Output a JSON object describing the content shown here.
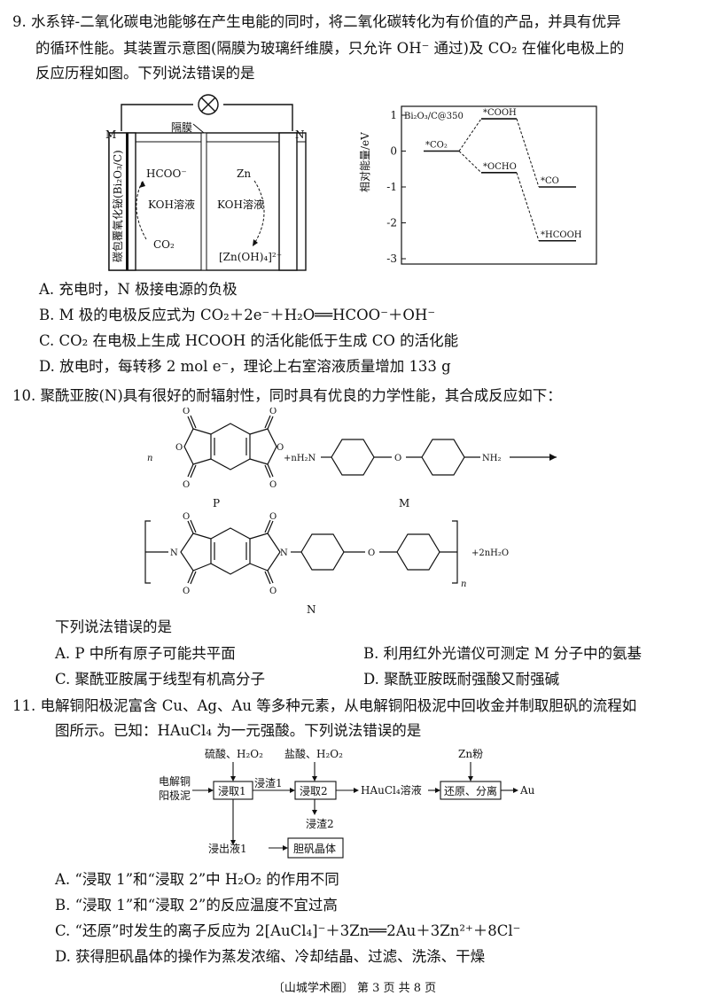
{
  "q9": {
    "line1": "9. 水系锌-二氧化碳电池能够在产生电能的同时，将二氧化碳转化为有价值的产品，并具有优异",
    "line2": "的循环性能。其装置示意图(隔膜为玻璃纤维膜，只允许 OH⁻ 通过)及 CO₂ 在催化电极上的",
    "line3": "反应历程如图。下列说法错误的是",
    "cell": {
      "m": "M",
      "n": "N",
      "membrane": "隔膜",
      "electrode": "碳包覆氧化铋(Bi₂O₃/C)",
      "left_top": "HCOO⁻",
      "left_mid": "KOH溶液",
      "left_bot": "CO₂",
      "right_top": "Zn",
      "right_mid": "KOH溶液",
      "right_bot": "[Zn(OH)₄]²⁻"
    },
    "energy": {
      "title": "Bi₂O₃/C@350",
      "ylabel": "相对能量/eV",
      "ticks": [
        "1",
        "0",
        "-1",
        "-2",
        "-3"
      ],
      "labels": [
        "*CO₂",
        "*COOH",
        "*OCHO",
        "*CO",
        "*HCOOH"
      ]
    },
    "options": {
      "a": "A. 充电时，N 极接电源的负极",
      "b": "B. M 极的电极反应式为 CO₂＋2e⁻＋H₂O══HCOO⁻＋OH⁻",
      "c": "C. CO₂ 在电极上生成 HCOOH 的活化能低于生成 CO 的活化能",
      "d": "D. 放电时，每转移 2 mol e⁻，理论上右室溶液质量增加 133 g"
    }
  },
  "chart_data": {
    "type": "line",
    "title": "Bi₂O₃/C@350",
    "ylabel": "相对能量/eV",
    "ylim": [
      -3,
      1
    ],
    "yticks": [
      1,
      0,
      -1,
      -2,
      -3
    ],
    "series": [
      {
        "points": [
          {
            "label": "*CO₂",
            "y": 0.0
          },
          {
            "label": "*COOH",
            "y": 0.9
          },
          {
            "label": "*CO",
            "y": -1.0
          }
        ]
      },
      {
        "points": [
          {
            "label": "*CO₂",
            "y": 0.0
          },
          {
            "label": "*OCHO",
            "y": -0.6
          },
          {
            "label": "*HCOOH",
            "y": -2.5
          }
        ]
      }
    ]
  },
  "q10": {
    "line1": "10. 聚酰亚胺(N)具有很好的耐辐射性，同时具有优良的力学性能，其合成反应如下：",
    "label_p": "P",
    "label_m": "M",
    "label_n": "N",
    "n_prefix": "n",
    "reagent": "+nH₂N",
    "nh2": "NH₂",
    "tail": "+2nH₂O",
    "sub_n": "n",
    "o": "O",
    "n_atom": "N",
    "question": "下列说法错误的是",
    "options": {
      "a": "A. P 中所有原子可能共平面",
      "b": "B. 利用红外光谱仪可测定 M 分子中的氨基",
      "c": "C. 聚酰亚胺属于线型有机高分子",
      "d": "D. 聚酰亚胺既耐强酸又耐强碱"
    }
  },
  "q11": {
    "line1": "11. 电解铜阳极泥富含 Cu、Ag、Au 等多种元素，从电解铜阳极泥中回收金并制取胆矾的流程如",
    "line2": "图所示。已知：HAuCl₄ 为一元强酸。下列说法错误的是",
    "flow": {
      "raw": [
        "电解铜",
        "阳极泥"
      ],
      "reagent1": "硫酸、H₂O₂",
      "step1": "浸取1",
      "residue1": "浸渣1",
      "reagent2": "盐酸、H₂O₂",
      "step2": "浸取2",
      "solution": "HAuCl₄溶液",
      "reagent3": "Zn粉",
      "step3": "还原、分离",
      "product": "Au",
      "residue2": "浸渣2",
      "leachate": "浸出液1",
      "crystal": "胆矾晶体"
    },
    "options": {
      "a": "A. “浸取 1”和“浸取 2”中 H₂O₂ 的作用不同",
      "b": "B. “浸取 1”和“浸取 2”的反应温度不宜过高",
      "c": "C. “还原”时发生的离子反应为 2[AuCl₄]⁻＋3Zn══2Au＋3Zn²⁺＋8Cl⁻",
      "d": "D. 获得胆矾晶体的操作为蒸发浓缩、冷却结晶、过滤、洗涤、干燥"
    }
  },
  "footer": "〔山城学术圈〕 第 3 页 共 8 页"
}
